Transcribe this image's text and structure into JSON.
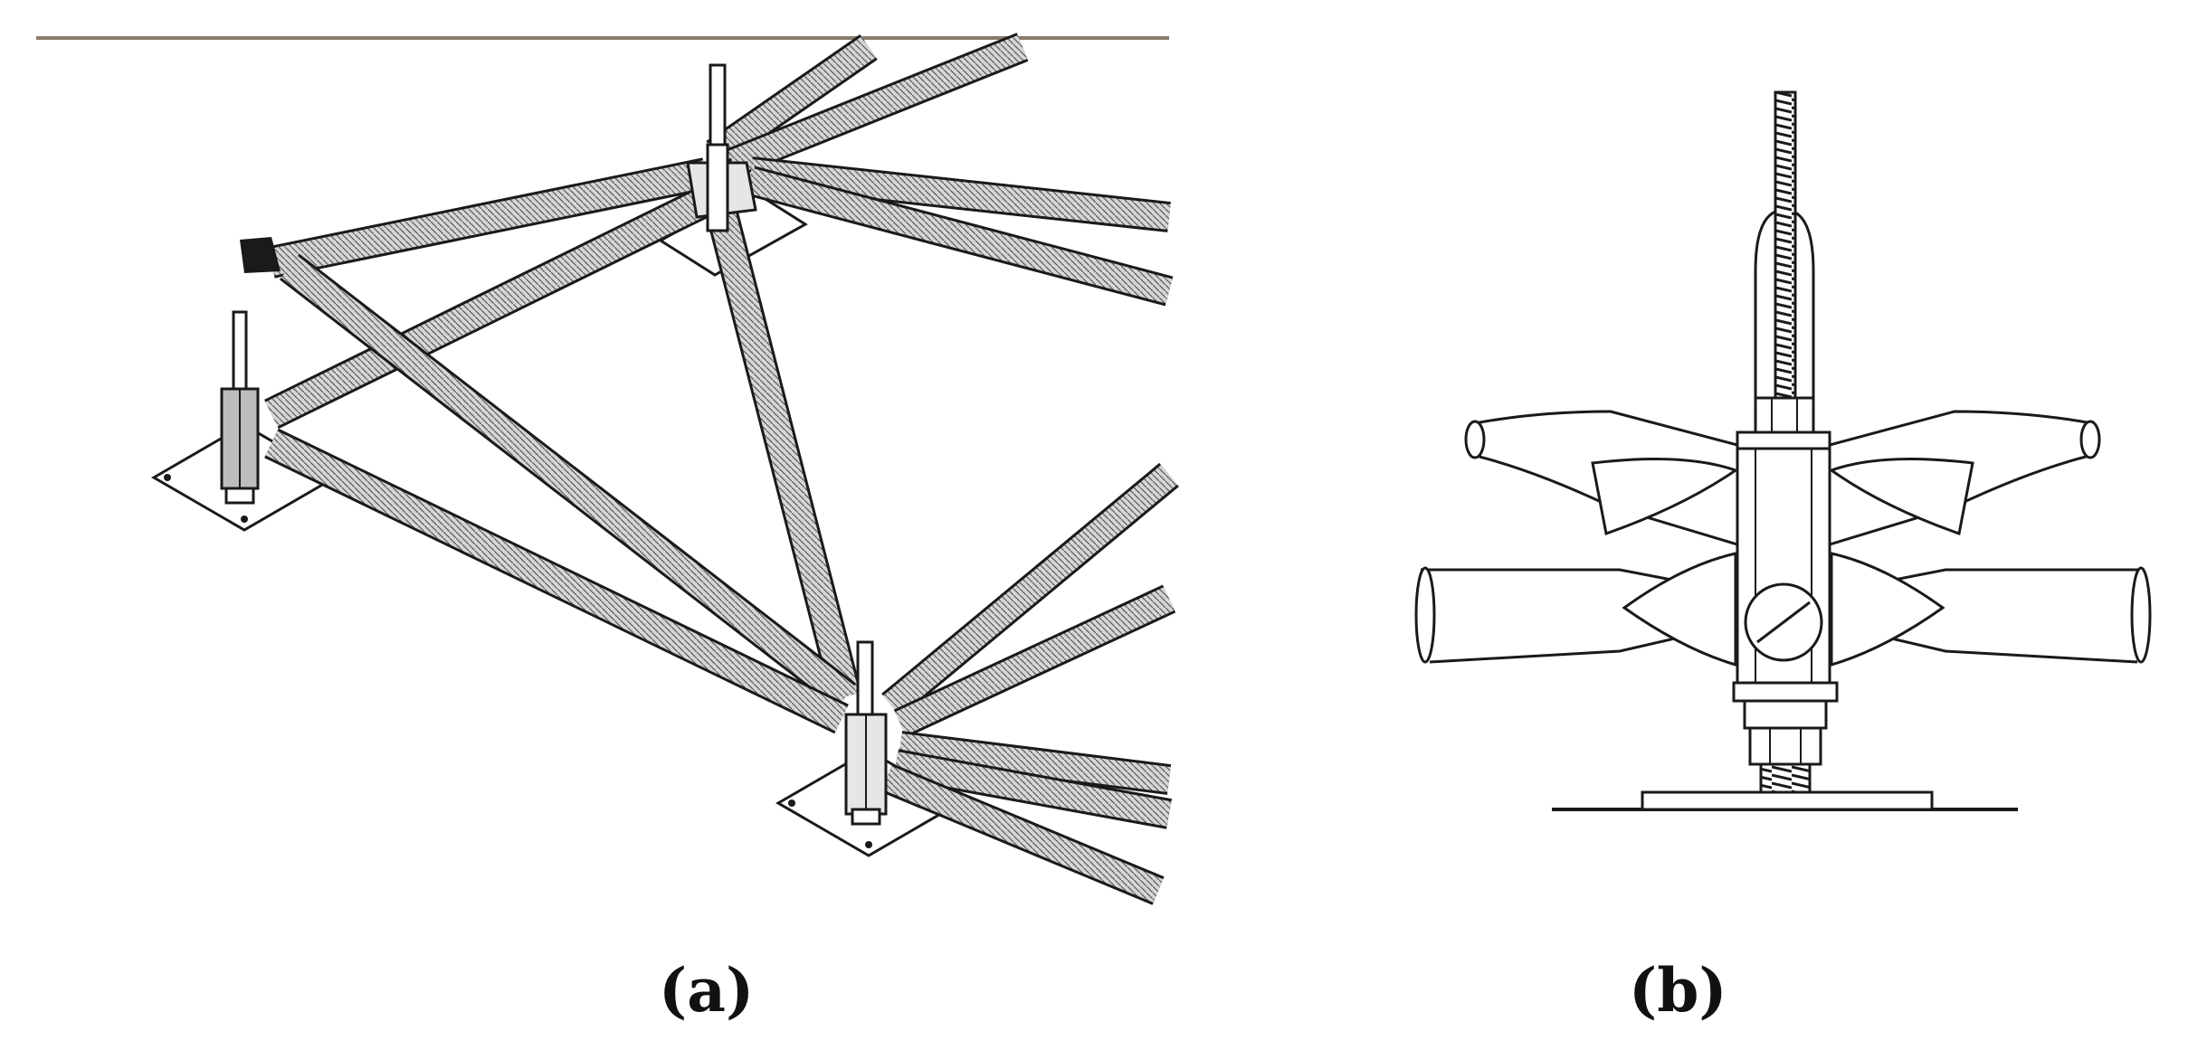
{
  "figure": {
    "panels": [
      {
        "id": "a",
        "label": "(a)",
        "content": "truss-isometric"
      },
      {
        "id": "b",
        "label": "(b)",
        "content": "bolted-support-joint-elevation"
      }
    ]
  },
  "colors": {
    "background": "#ffffff",
    "line": "#1a1a1a",
    "tube_fill": "#d6d6d6",
    "tube_hatch": "#5a5a5a",
    "top_edge": "#6e5a48"
  },
  "icons": {
    "panel_a": "truss-structure-drawing",
    "panel_b": "support-joint-drawing"
  }
}
